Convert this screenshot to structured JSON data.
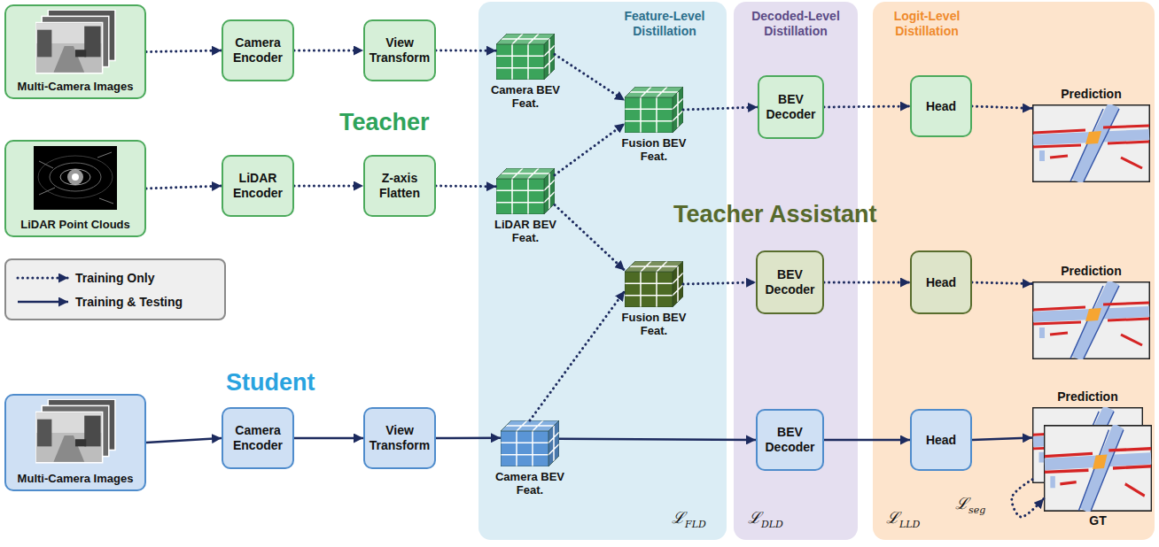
{
  "diagram": {
    "nodes": [
      {
        "text": [
          "Feature-Level Distillation",
          "ℒFLD"
        ]
      },
      {
        "text": [
          "Decoded-Level Distillation",
          "ℒDLD"
        ]
      },
      {
        "text": [
          "Logit-Level Distillation",
          "ℒLLD"
        ]
      },
      {
        "text": [
          "Multi-Camera Images"
        ]
      },
      {
        "text": [
          "Camera Encoder"
        ]
      },
      {
        "text": [
          "View Transform"
        ]
      },
      {
        "text": [
          "Camera BEV Feat."
        ],
        "in": 0
      },
      {
        "text": [
          "Fusion BEV Feat."
        ],
        "in": 0
      },
      {
        "text": [
          "BEV Decoder"
        ],
        "in": 1
      },
      {
        "text": [
          "Head"
        ],
        "in": 2
      },
      {
        "text": [
          "Prediction"
        ],
        "in": 2
      },
      {
        "text": [
          "LiDAR Point Clouds"
        ]
      },
      {
        "text": [
          "LiDAR Encoder"
        ]
      },
      {
        "text": [
          "Z-axis Flatten"
        ]
      },
      {
        "text": [
          "LiDAR BEV Feat."
        ],
        "in": 0
      },
      {
        "text": [
          "Fusion BEV Feat."
        ],
        "in": 0
      },
      {
        "text": [
          "BEV Decoder"
        ],
        "in": 1
      },
      {
        "text": [
          "Head"
        ],
        "in": 2
      },
      {
        "text": [
          "Prediction"
        ],
        "in": 2
      },
      {
        "text": [
          "Multi-Camera Images"
        ]
      },
      {
        "text": [
          "Camera Encoder"
        ]
      },
      {
        "text": [
          "View Transform"
        ]
      },
      {
        "text": [
          "Camera BEV Feat."
        ],
        "in": 0
      },
      {
        "text": [
          "BEV Decoder"
        ],
        "in": 1
      },
      {
        "text": [
          "Head"
        ],
        "in": 2
      },
      {
        "text": [
          "Prediction"
        ],
        "in": 2
      },
      {
        "text": [
          "GT"
        ],
        "in": 2
      }
    ],
    "edges": [
      {
        "from": 3,
        "to": 4,
        "arrow": "to"
      },
      {
        "from": 4,
        "to": 5,
        "arrow": "to"
      },
      {
        "from": 5,
        "to": 6,
        "arrow": "to"
      },
      {
        "from": 6,
        "to": 7,
        "arrow": "to"
      },
      {
        "from": 7,
        "to": 8,
        "arrow": "to"
      },
      {
        "from": 8,
        "to": 9,
        "arrow": "to"
      },
      {
        "from": 9,
        "to": 10,
        "arrow": "to"
      },
      {
        "from": 11,
        "to": 12,
        "arrow": "to"
      },
      {
        "from": 12,
        "to": 13,
        "arrow": "to"
      },
      {
        "from": 13,
        "to": 14,
        "arrow": "to"
      },
      {
        "from": 14,
        "to": 7,
        "arrow": "to"
      },
      {
        "from": 14,
        "to": 15,
        "arrow": "to"
      },
      {
        "from": 22,
        "to": 15,
        "arrow": "to"
      },
      {
        "from": 15,
        "to": 16,
        "arrow": "to"
      },
      {
        "from": 16,
        "to": 17,
        "arrow": "to"
      },
      {
        "from": 17,
        "to": 18,
        "arrow": "to"
      },
      {
        "from": 19,
        "to": 20,
        "arrow": "to"
      },
      {
        "from": 20,
        "to": 21,
        "arrow": "to"
      },
      {
        "from": 21,
        "to": 22,
        "arrow": "to"
      },
      {
        "from": 22,
        "to": 23,
        "arrow": "to"
      },
      {
        "from": 23,
        "to": 24,
        "arrow": "to"
      },
      {
        "from": 24,
        "to": 25,
        "arrow": "to"
      },
      {
        "from": 25,
        "to": 26,
        "arrow": "to",
        "label": "ℒseg"
      }
    ],
    "labels": [
      "Teacher",
      "Teacher Assistant",
      "Student"
    ],
    "legend": [
      {
        "text": "Training Only"
      },
      {
        "text": "Training & Testing"
      }
    ]
  }
}
